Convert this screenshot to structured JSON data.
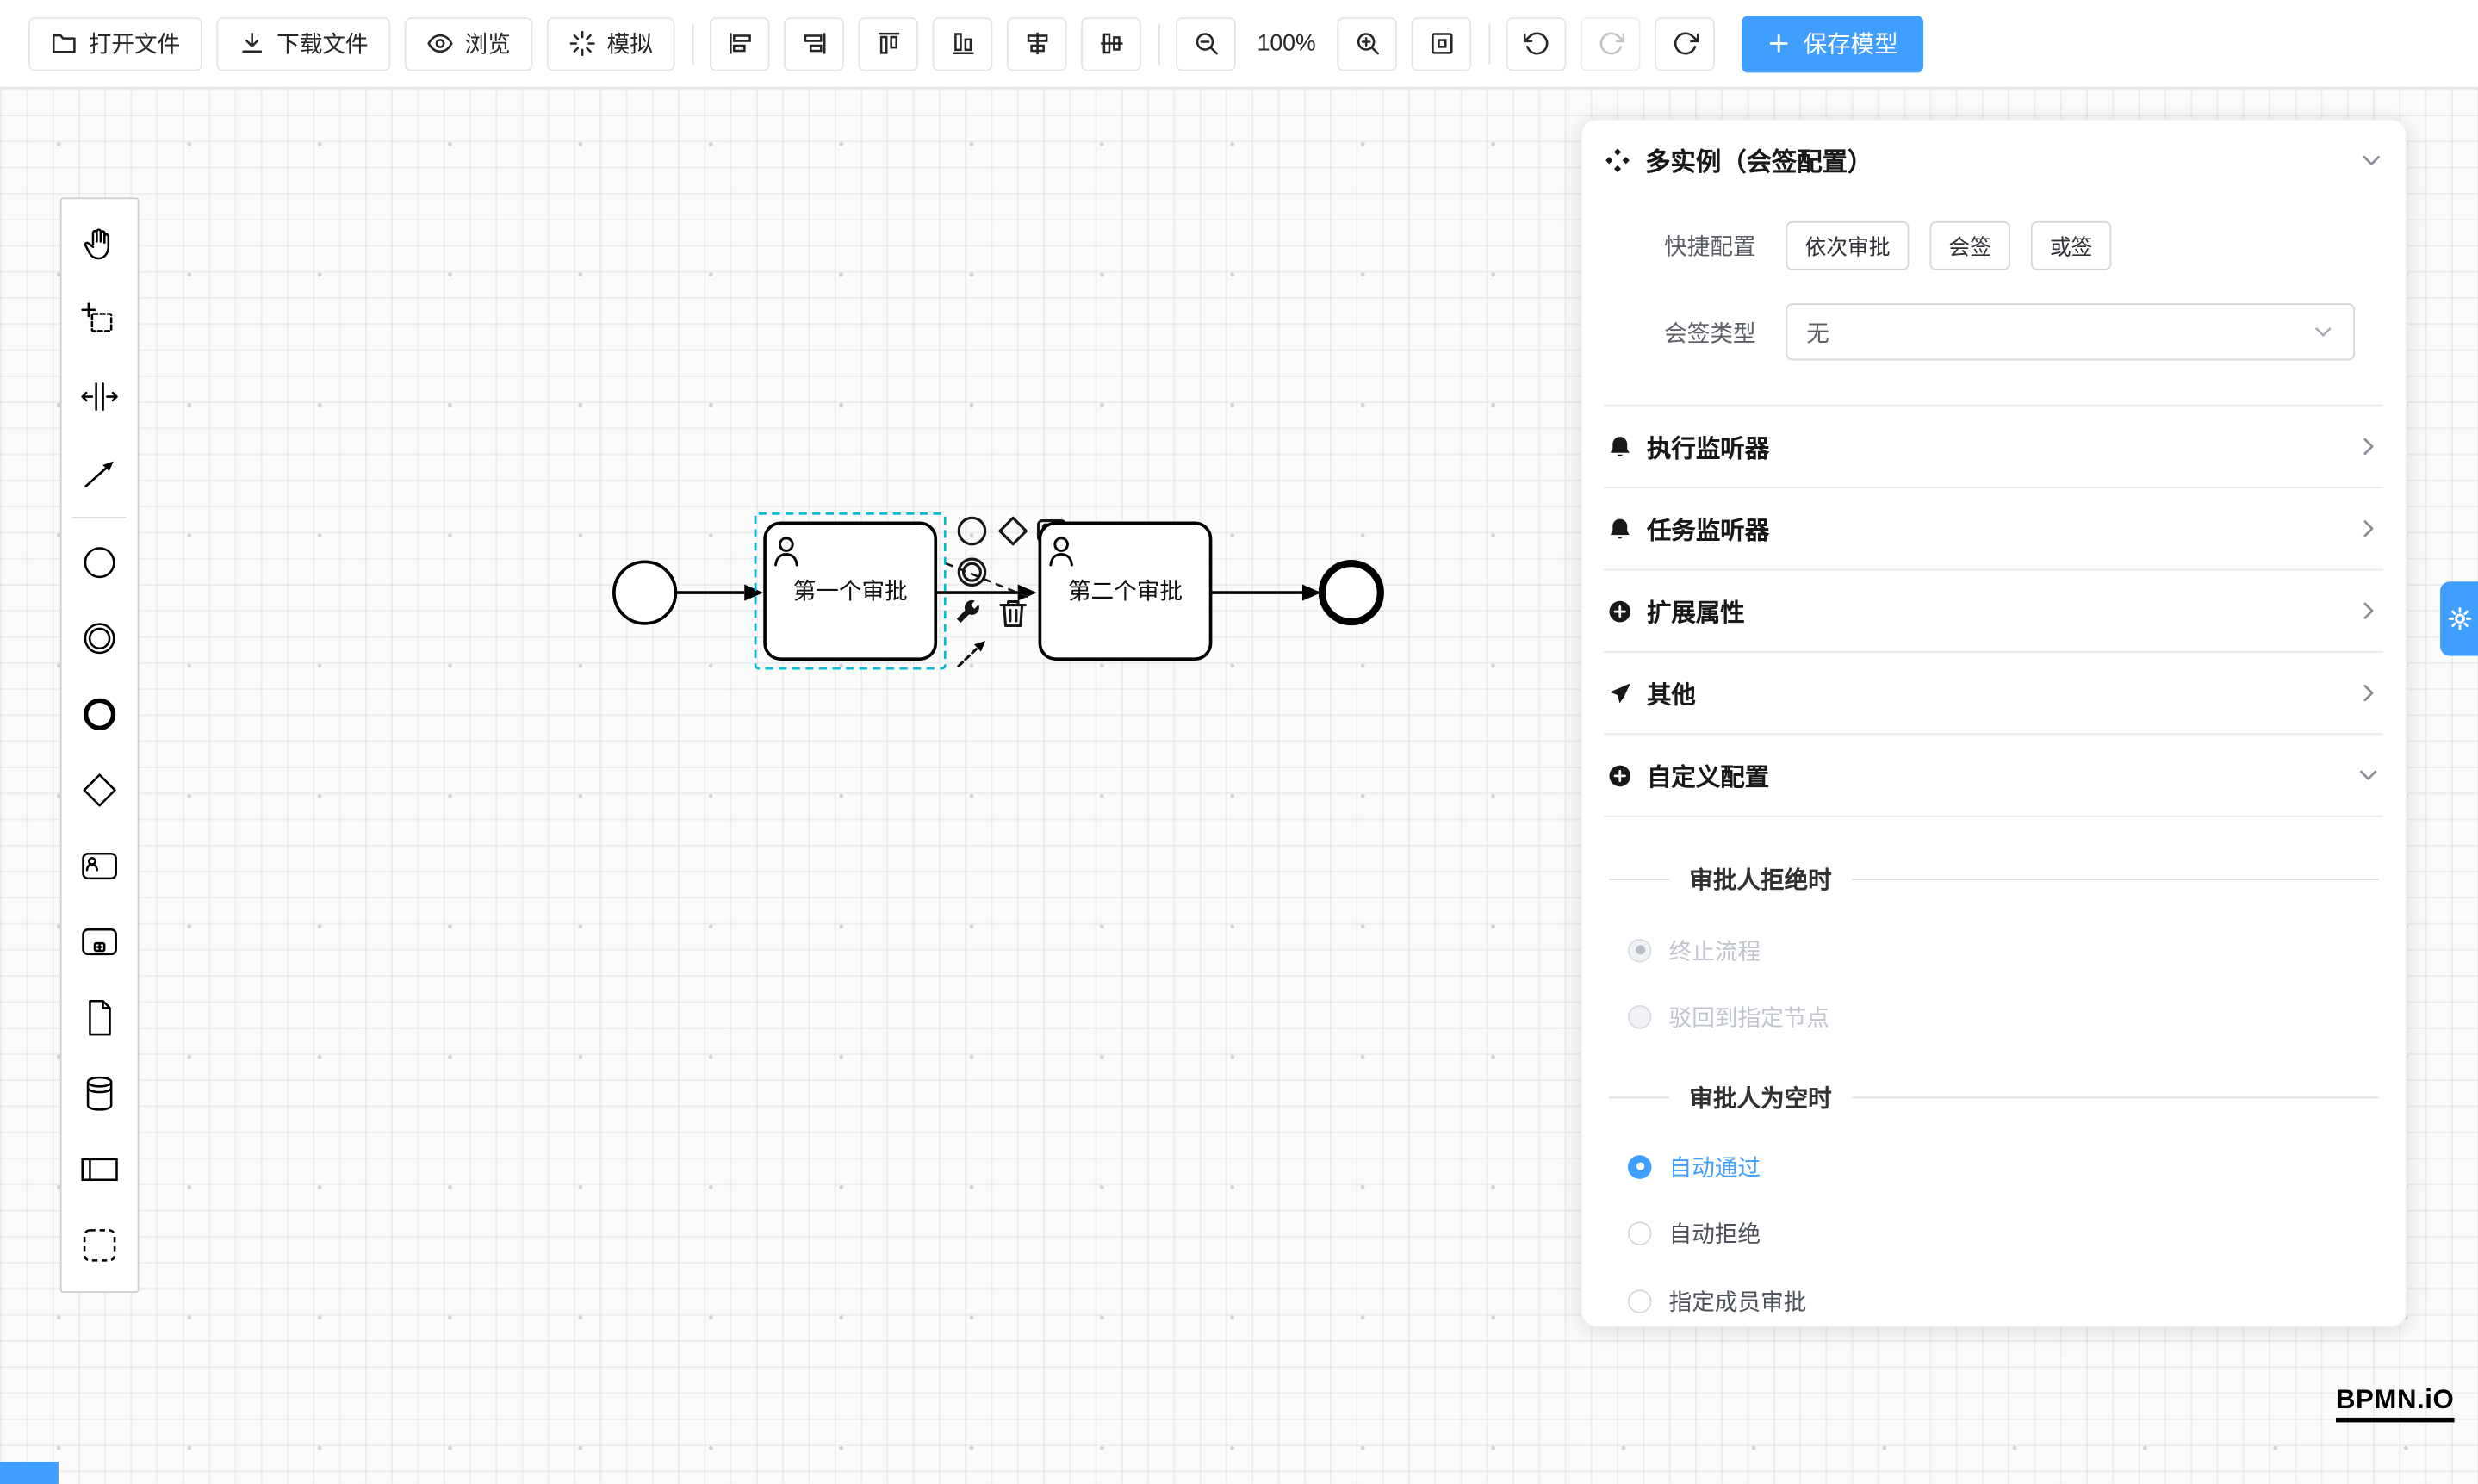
{
  "colors": {
    "accent": "#409eff",
    "selection": "#00bcd4",
    "stroke": "#000000"
  },
  "toolbar": {
    "open_file": "打开文件",
    "download_file": "下载文件",
    "preview": "浏览",
    "simulate": "模拟",
    "zoom_level": "100%",
    "save_model": "保存模型"
  },
  "palette_tools": [
    "hand-tool",
    "lasso-tool",
    "space-tool",
    "global-connect-tool",
    "create-start-event",
    "create-intermediate-event",
    "create-end-event",
    "create-gateway",
    "create-user-task",
    "create-subprocess",
    "create-data-object",
    "create-data-store",
    "create-pool",
    "create-group"
  ],
  "canvas": {
    "task1": "第一个审批",
    "task2": "第二个审批"
  },
  "panel": {
    "title": "多实例（会签配置）",
    "quick_config_label": "快捷配置",
    "quick_options": [
      "依次审批",
      "会签",
      "或签"
    ],
    "sign_type_label": "会签类型",
    "sign_type_value": "无",
    "sections": [
      "执行监听器",
      "任务监听器",
      "扩展属性",
      "其他",
      "自定义配置"
    ],
    "divider_reject": "审批人拒绝时",
    "radio_terminate": "终止流程",
    "radio_rollback": "驳回到指定节点",
    "divider_empty": "审批人为空时",
    "radio_auto_pass": "自动通过",
    "radio_auto_reject": "自动拒绝",
    "radio_assign": "指定成员审批"
  },
  "watermark": "BPMN.iO"
}
